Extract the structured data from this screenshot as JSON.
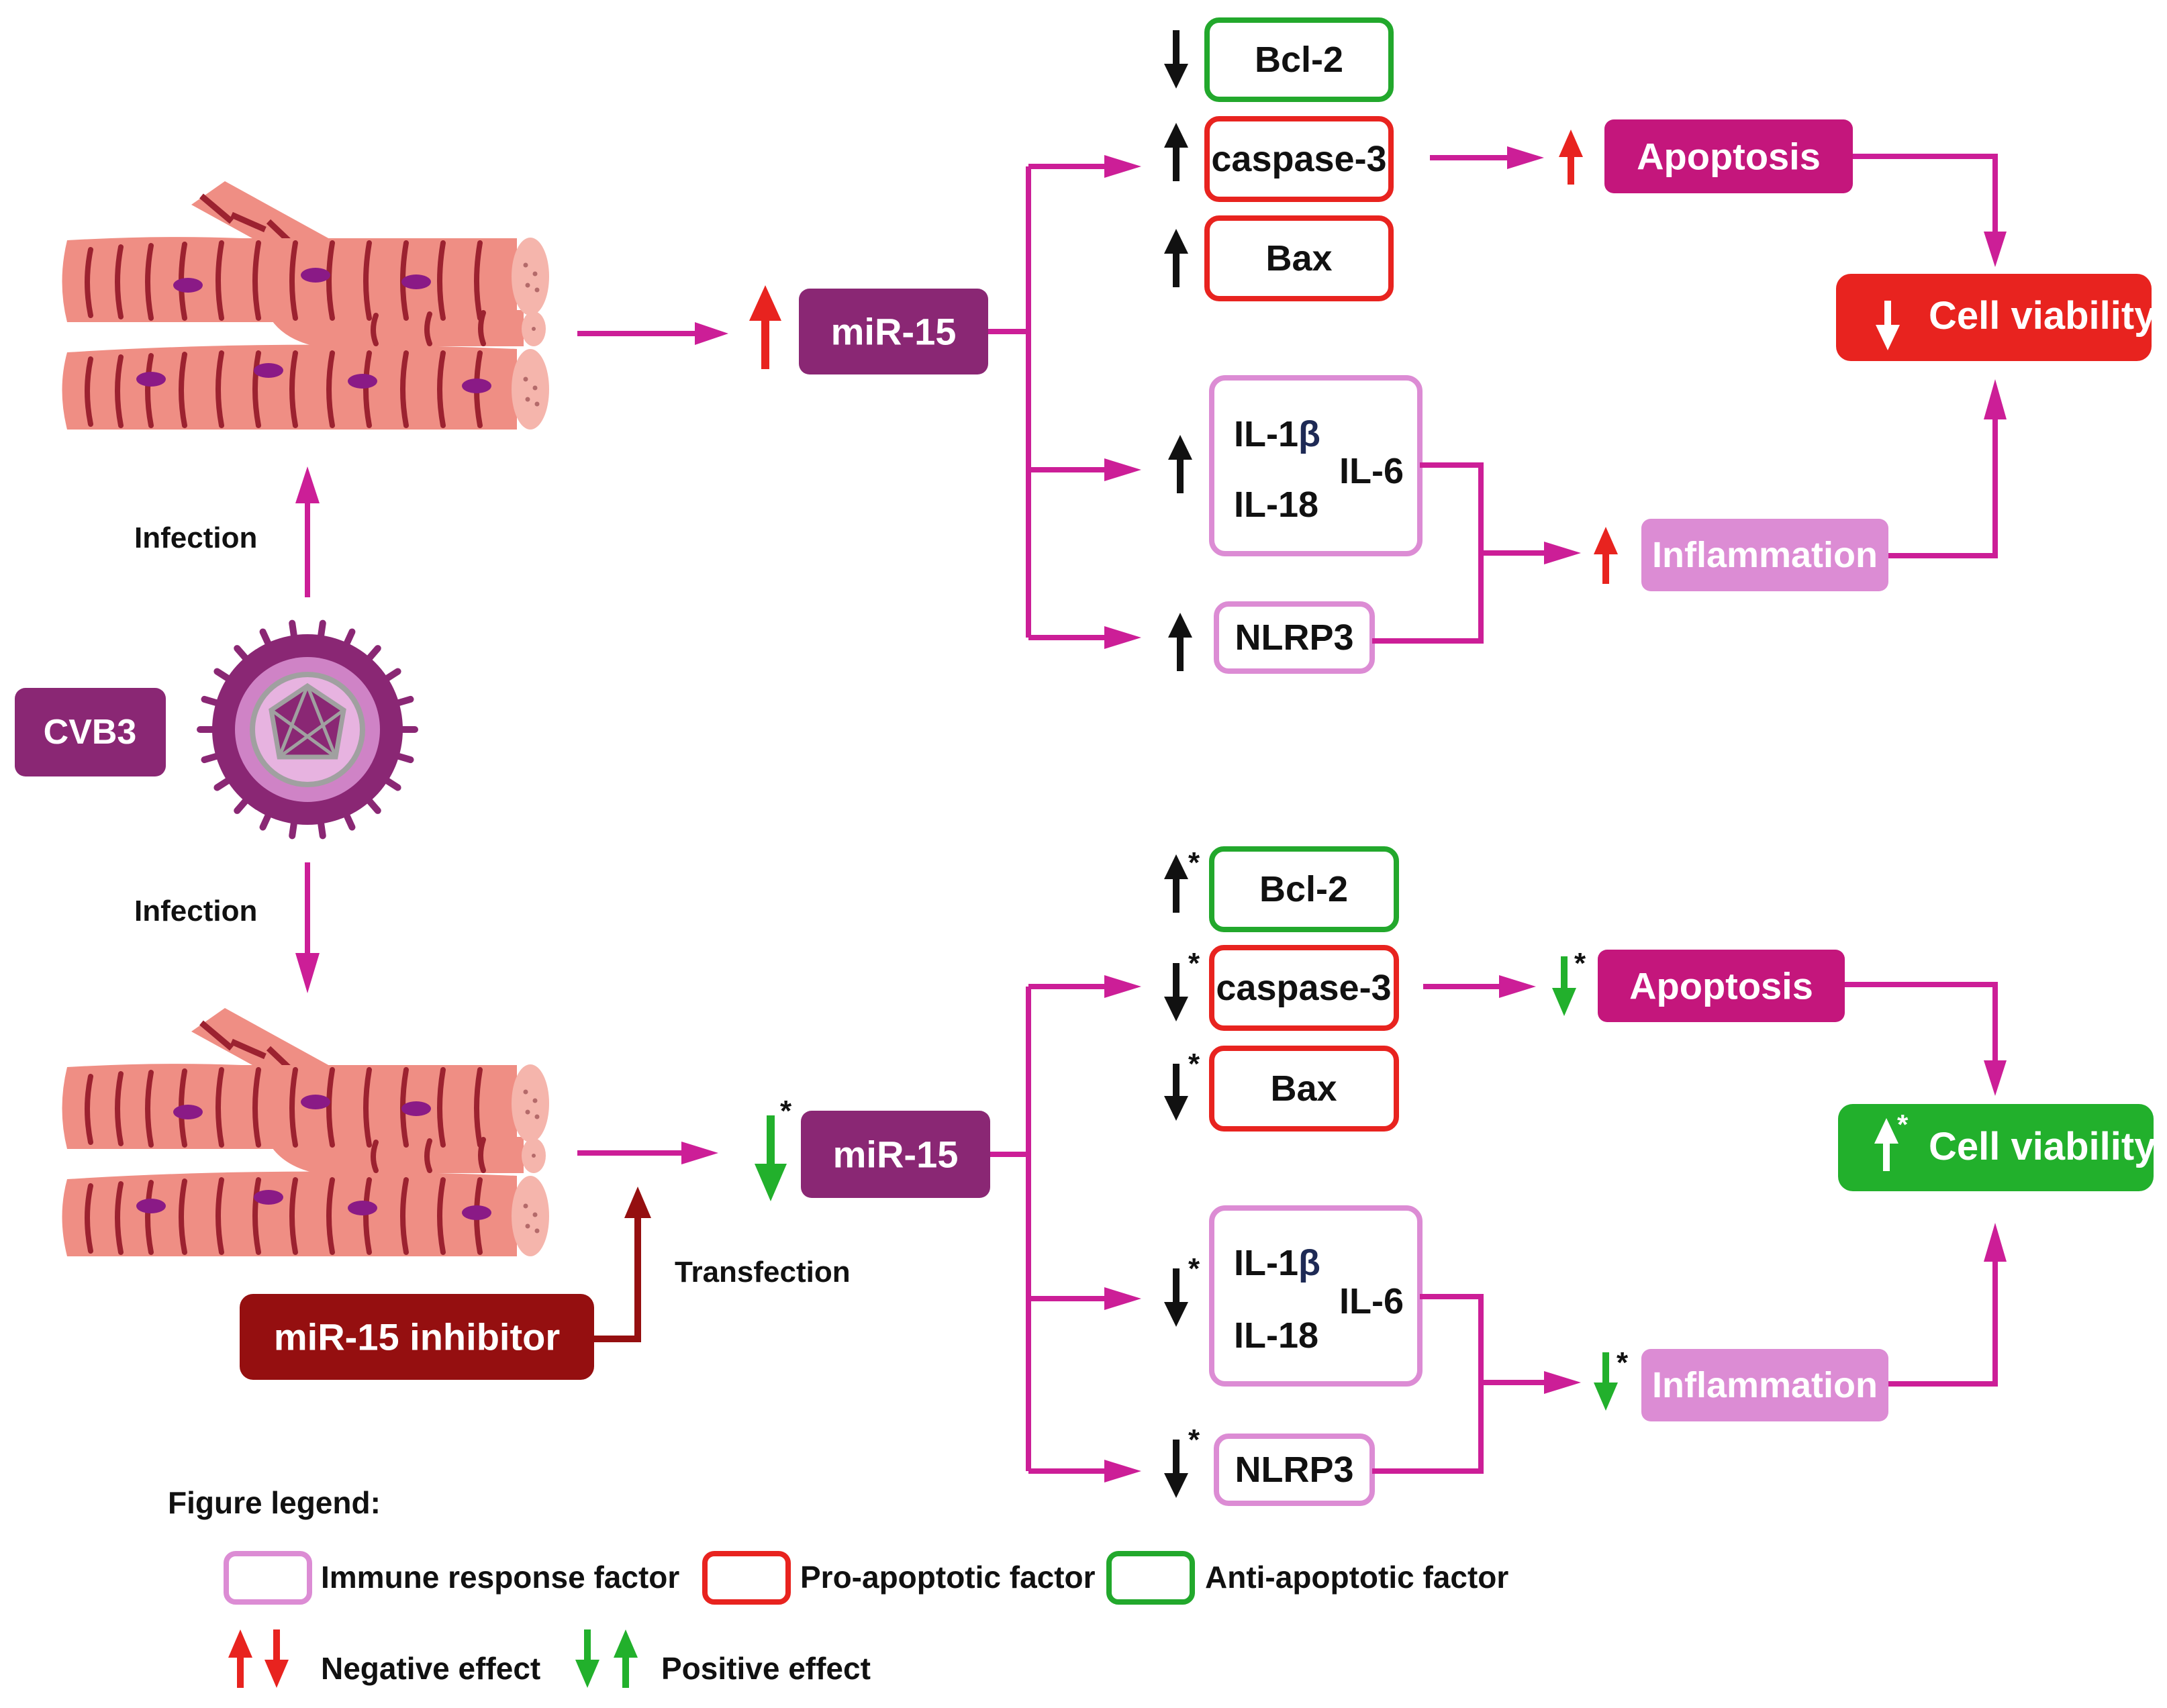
{
  "virus": {
    "label": "CVB3"
  },
  "edges": {
    "infection_top": "Infection",
    "infection_bottom": "Infection",
    "transfection": "Transfection"
  },
  "inhibitor": {
    "label": "miR-15 inhibitor"
  },
  "top": {
    "mir": "miR-15",
    "bcl2": "Bcl-2",
    "casp3": "caspase-3",
    "bax": "Bax",
    "il1b_prefix": "IL-1",
    "il1b_beta": "β",
    "il18": "IL-18",
    "il6": "IL-6",
    "nlrp3": "NLRP3",
    "apoptosis": "Apoptosis",
    "inflammation": "Inflammation",
    "viability": "Cell viability"
  },
  "bottom": {
    "mir": "miR-15",
    "bcl2": "Bcl-2",
    "casp3": "caspase-3",
    "bax": "Bax",
    "il1b_prefix": "IL-1",
    "il1b_beta": "β",
    "il18": "IL-18",
    "il6": "IL-6",
    "nlrp3": "NLRP3",
    "apoptosis": "Apoptosis",
    "inflammation": "Inflammation",
    "viability": "Cell viability",
    "significance": "*"
  },
  "legend": {
    "title": "Figure legend:",
    "immune": "Immune response factor",
    "pro": "Pro-apoptotic factor",
    "anti": "Anti-apoptotic factor",
    "negative": "Negative effect",
    "positive": "Positive effect"
  },
  "colors": {
    "magenta": "#cc1e97",
    "purple": "#8a2774",
    "apoptosis_fill": "#c4167c",
    "inflammation_fill": "#dc8cd4",
    "immune_border": "#dc8cd4",
    "pro_border": "#e8231f",
    "anti_border": "#22a82c",
    "red": "#e8231f",
    "green": "#22b02c",
    "dark_red": "#950f10",
    "muscle": "#ef8e84",
    "striation": "#9c2230",
    "nucleus": "#8a1a86"
  }
}
